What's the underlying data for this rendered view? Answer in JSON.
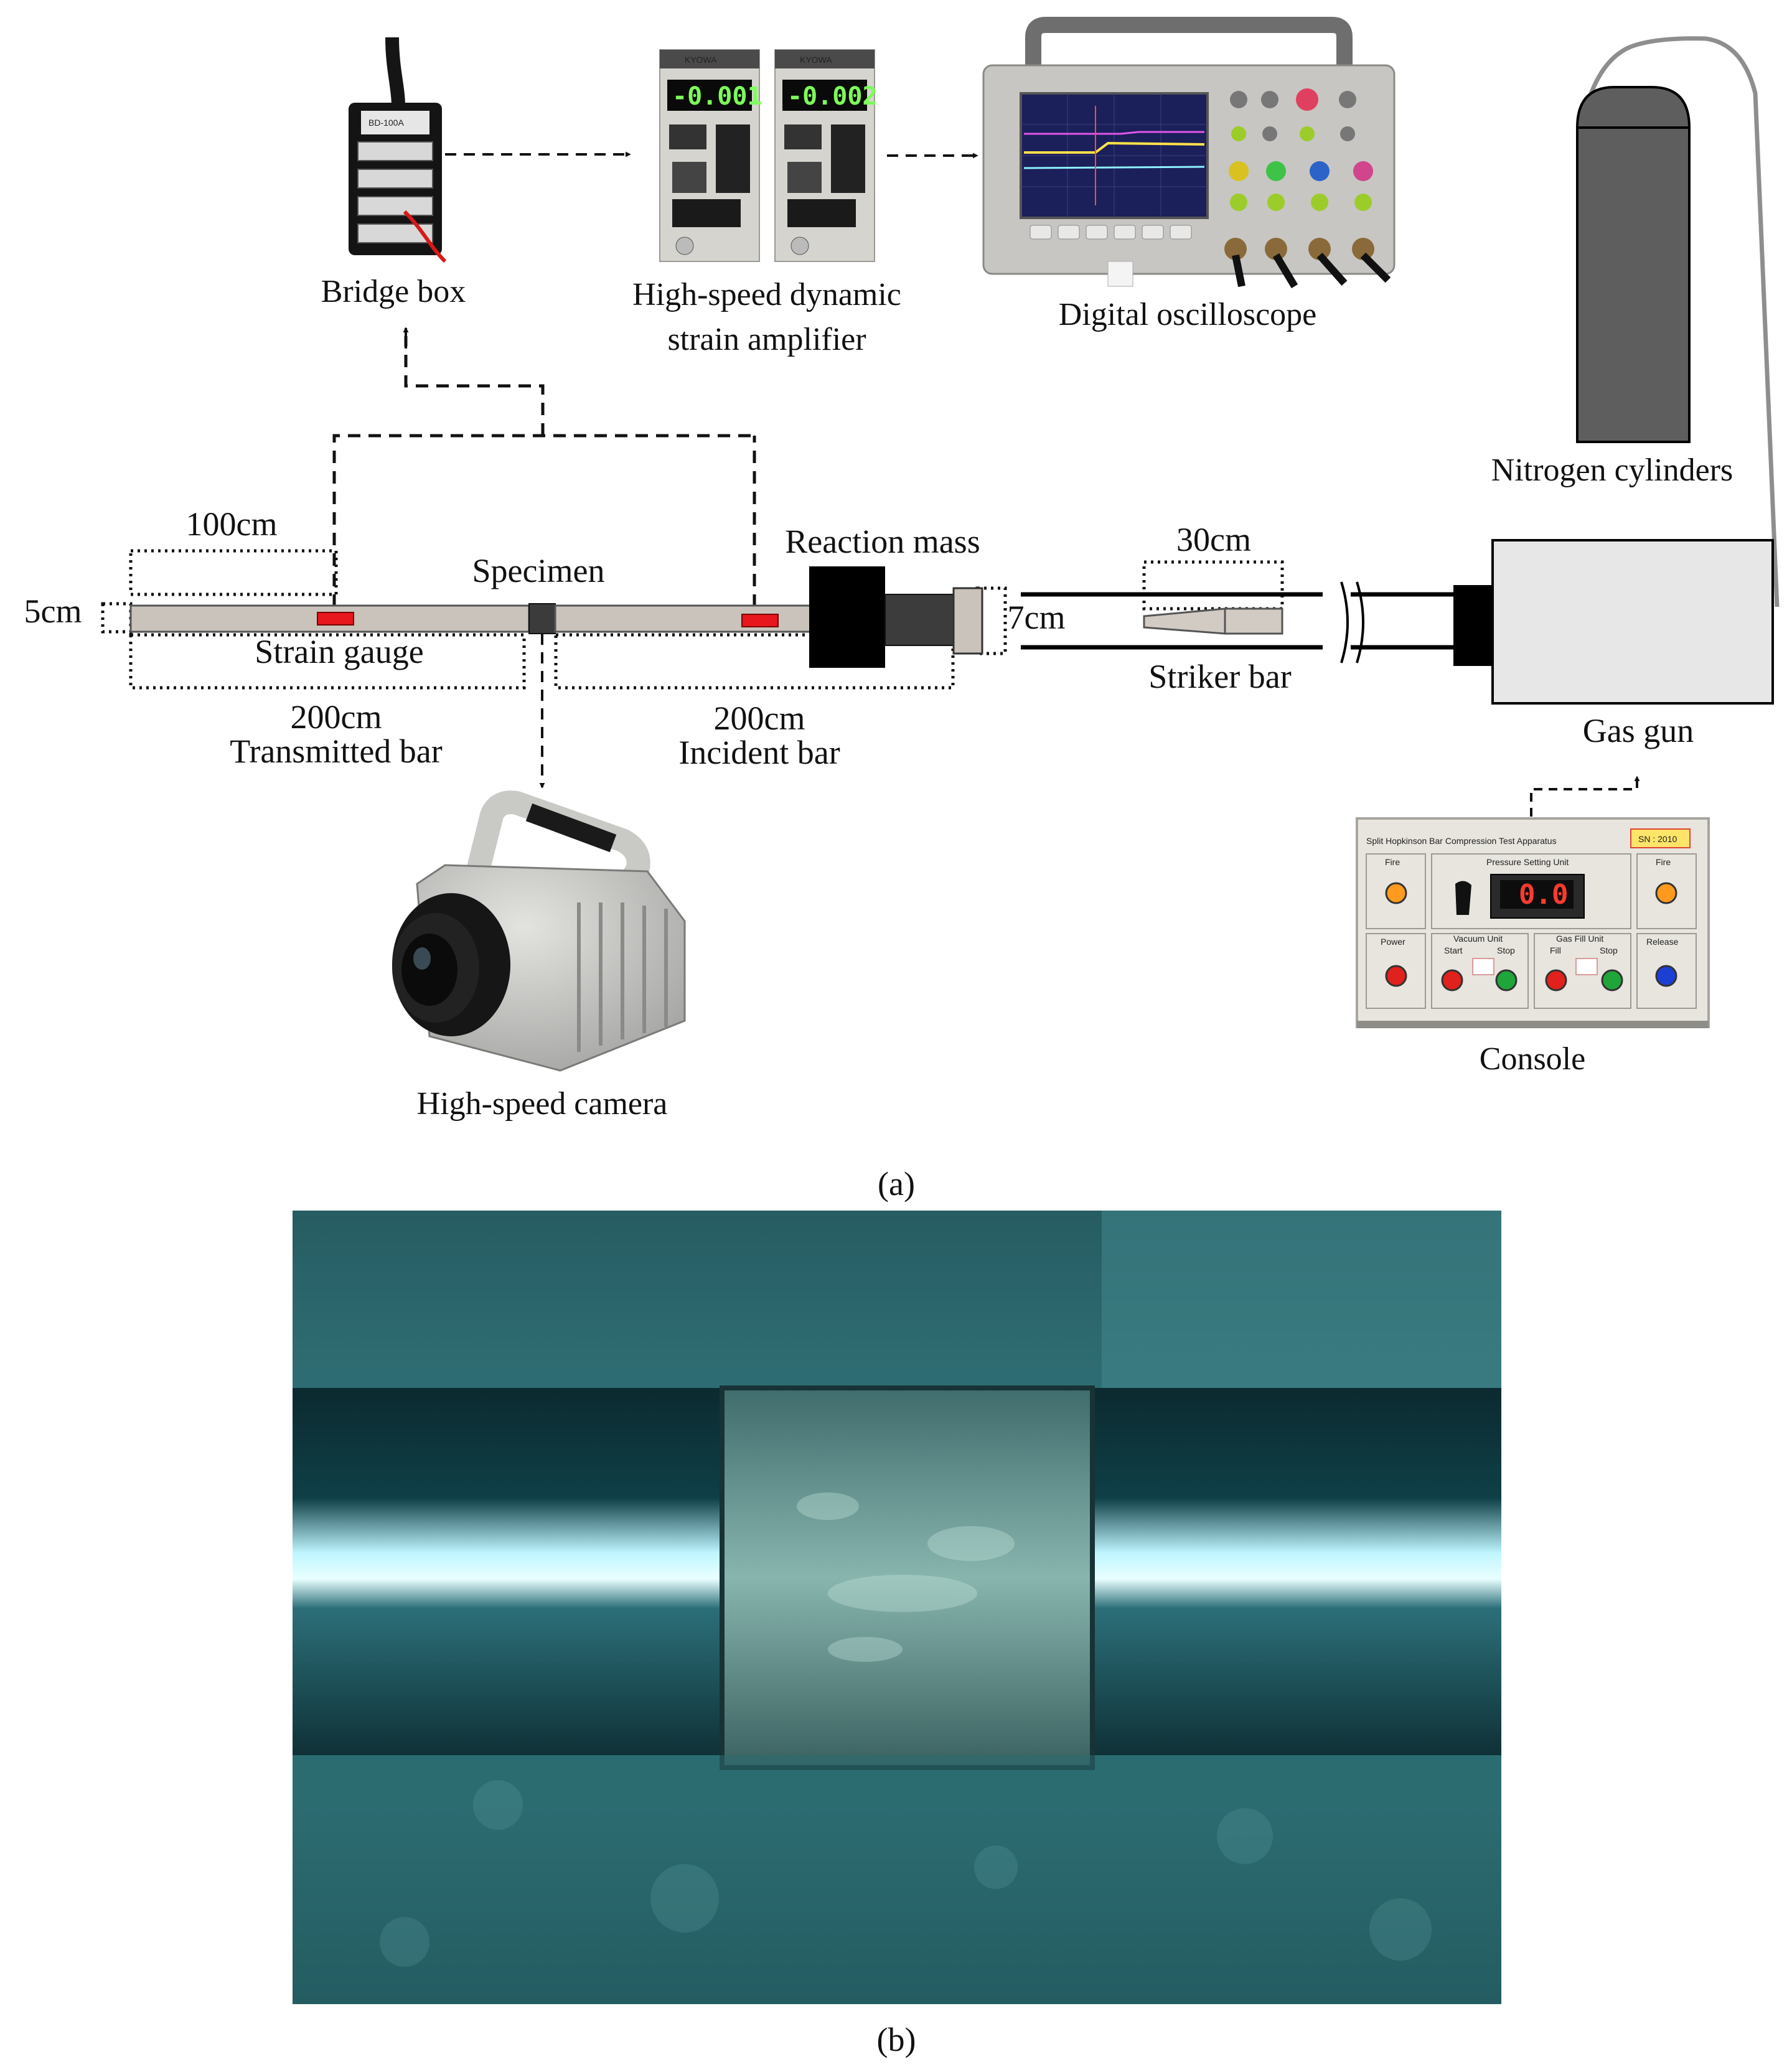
{
  "colors": {
    "bar_fill": "#c9c3bc",
    "strain_gauge": "#e8171d",
    "reaction_mass": "#000000",
    "dashed_line": "#111111",
    "photo_teal": "#3b7f86"
  },
  "figure_a": {
    "devices": {
      "bridge_box": "Bridge box",
      "amplifier_line1": "High-speed dynamic",
      "amplifier_line2": "strain amplifier",
      "oscilloscope": "Digital oscilloscope",
      "nitrogen": "Nitrogen cylinders",
      "camera": "High-speed camera",
      "console": "Console",
      "gas_gun": "Gas gun"
    },
    "dimensions": {
      "gauge_distance": "100cm",
      "bar_diameter": "5cm",
      "transmitted_length": "200cm",
      "incident_length": "200cm",
      "striker_length": "30cm",
      "barrel_diameter": "7cm"
    },
    "labels": {
      "specimen": "Specimen",
      "reaction_mass": "Reaction mass",
      "strain_gauge": "Strain gauge",
      "transmitted_bar": "Transmitted bar",
      "incident_bar": "Incident bar",
      "striker_bar": "Striker bar"
    },
    "amp_readouts": [
      "-0.001",
      "-0.002"
    ],
    "amp_brand": "KYOWA",
    "console_panel": {
      "title": "Split Hopkinson Bar Compression Test Apparatus",
      "serial": "SN : 2010",
      "display": "0.0",
      "fire_left": "Fire",
      "fire_right": "Fire",
      "pressure_unit": "Pressure Setting Unit",
      "power": "Power",
      "vacuum_unit": "Vacuum Unit",
      "gas_fill": "Gas Fill Unit",
      "start": "Start",
      "stop1": "Stop",
      "fill": "Fill",
      "stop2": "Stop",
      "release": "Release"
    },
    "panel_label": "(a)"
  },
  "figure_b": {
    "panel_label": "(b)"
  }
}
